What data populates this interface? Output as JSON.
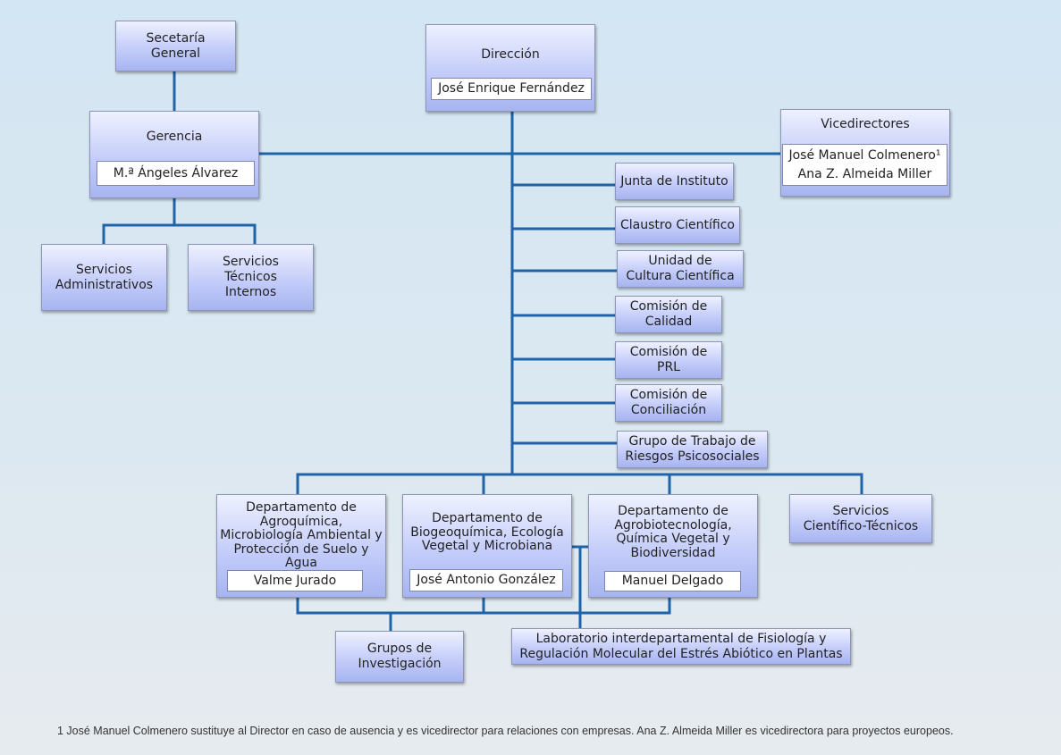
{
  "secretaria": {
    "title": "Secetaría\nGeneral"
  },
  "direccion": {
    "title": "Dirección",
    "person": "José Enrique Fernández"
  },
  "gerencia": {
    "title": "Gerencia",
    "person": "M.ª Ángeles Álvarez"
  },
  "vicedirectores": {
    "title": "Vicedirectores",
    "person": "José Manuel Colmenero¹\nAna Z. Almeida Miller"
  },
  "servicios_administrativos": {
    "title": "Servicios\nAdministrativos"
  },
  "servicios_tecnicos": {
    "title": "Servicios\nTécnicos\nInternos"
  },
  "committees": [
    {
      "label": "Junta de Instituto"
    },
    {
      "label": "Claustro Científico"
    },
    {
      "label": "Unidad de\nCultura Científica"
    },
    {
      "label": "Comisión de\nCalidad"
    },
    {
      "label": "Comisión de\nPRL"
    },
    {
      "label": "Comisión de\nConciliación"
    },
    {
      "label": "Grupo de Trabajo de\nRiesgos Psicosociales"
    }
  ],
  "departments": [
    {
      "title": "Departamento de\nAgroquímica,\nMicrobiología Ambiental y\nProtección de Suelo y\nAgua",
      "person": "Valme Jurado"
    },
    {
      "title": "Departamento de\nBiogeoquímica, Ecología\nVegetal y Microbiana",
      "person": "José Antonio González"
    },
    {
      "title": "Departamento de\nAgrobiotecnología,\nQuímica Vegetal y\nBiodiversidad",
      "person": "Manuel Delgado"
    }
  ],
  "servicios_cientifico": {
    "title": "Servicios\nCientífico-Técnicos"
  },
  "grupos": {
    "title": "Grupos de\nInvestigación"
  },
  "laboratorio": {
    "title": "Laboratorio interdepartamental de Fisiología y\nRegulación Molecular del Estrés Abiótico en Plantas"
  },
  "footnote": "1 José Manuel Colmenero sustituye al Director en caso de ausencia y es vicedirector para relaciones con empresas. Ana Z. Almeida Miller es vicedirectora para proyectos europeos.",
  "colors": {
    "line": "#1f63a8",
    "box_top": "#eef1ff",
    "box_bottom": "#a7b4f0"
  }
}
